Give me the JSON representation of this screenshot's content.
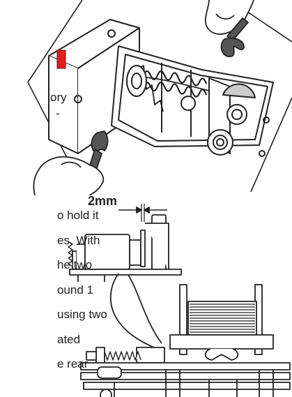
{
  "page": {
    "text_fragments": [
      "ory",
      "-",
      "o hold it",
      "es. With",
      "he two",
      "ound 1",
      "using two",
      "ated",
      "e rear"
    ],
    "dimension_label": "2mm"
  }
}
